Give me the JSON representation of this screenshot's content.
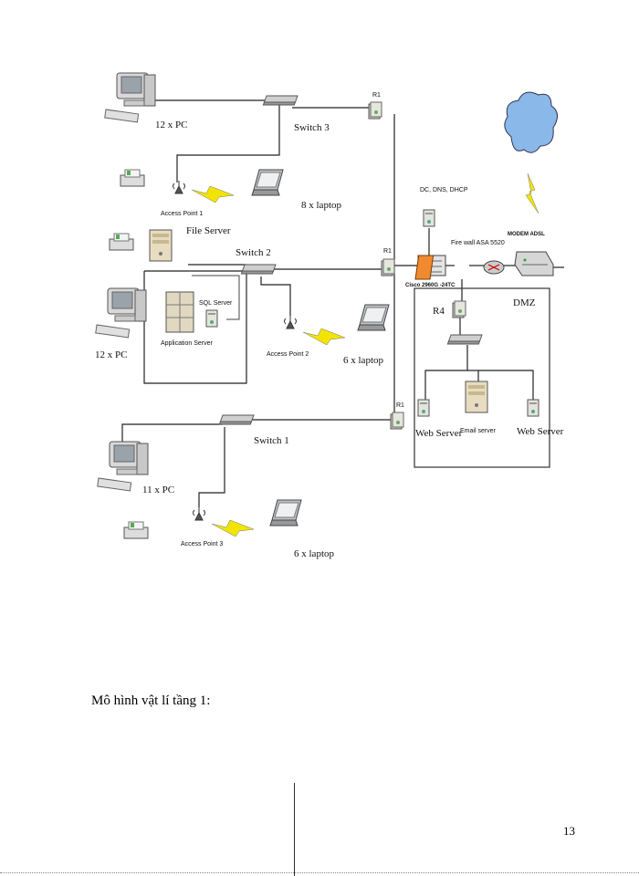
{
  "caption": "Mô hình vật lí tầng 1:",
  "page_number": "13",
  "labels": {
    "pc_group_top": "12 x PC",
    "switch3": "Switch 3",
    "router_top": "R1",
    "access_point1": "Access Point 1",
    "laptops1": "8 x laptop",
    "dc_dns_dhcp": "DC, DNS, DHCP",
    "modem": "MODEM ADSL",
    "file_server": "File Server",
    "switch2": "Switch 2",
    "router_mid": "R1",
    "firewall": "Fire wall ASA 5520",
    "cisco_switch": "Cisco 2960G -24TC",
    "sql_server": "SQL Server",
    "app_server": "Application Server",
    "pc_group_mid": "12 x PC",
    "access_point2": "Access Point 2",
    "laptops2": "6 x laptop",
    "r4": "R4",
    "dmz": "DMZ",
    "router_bottom": "R1",
    "web_server_left": "Web Server",
    "email_server": "Email server",
    "web_server_right": "Web Server",
    "switch1": "Switch 1",
    "pc_group_bottom": "11 x PC",
    "access_point3": "Access Point 3",
    "laptops3": "6 x laptop"
  }
}
